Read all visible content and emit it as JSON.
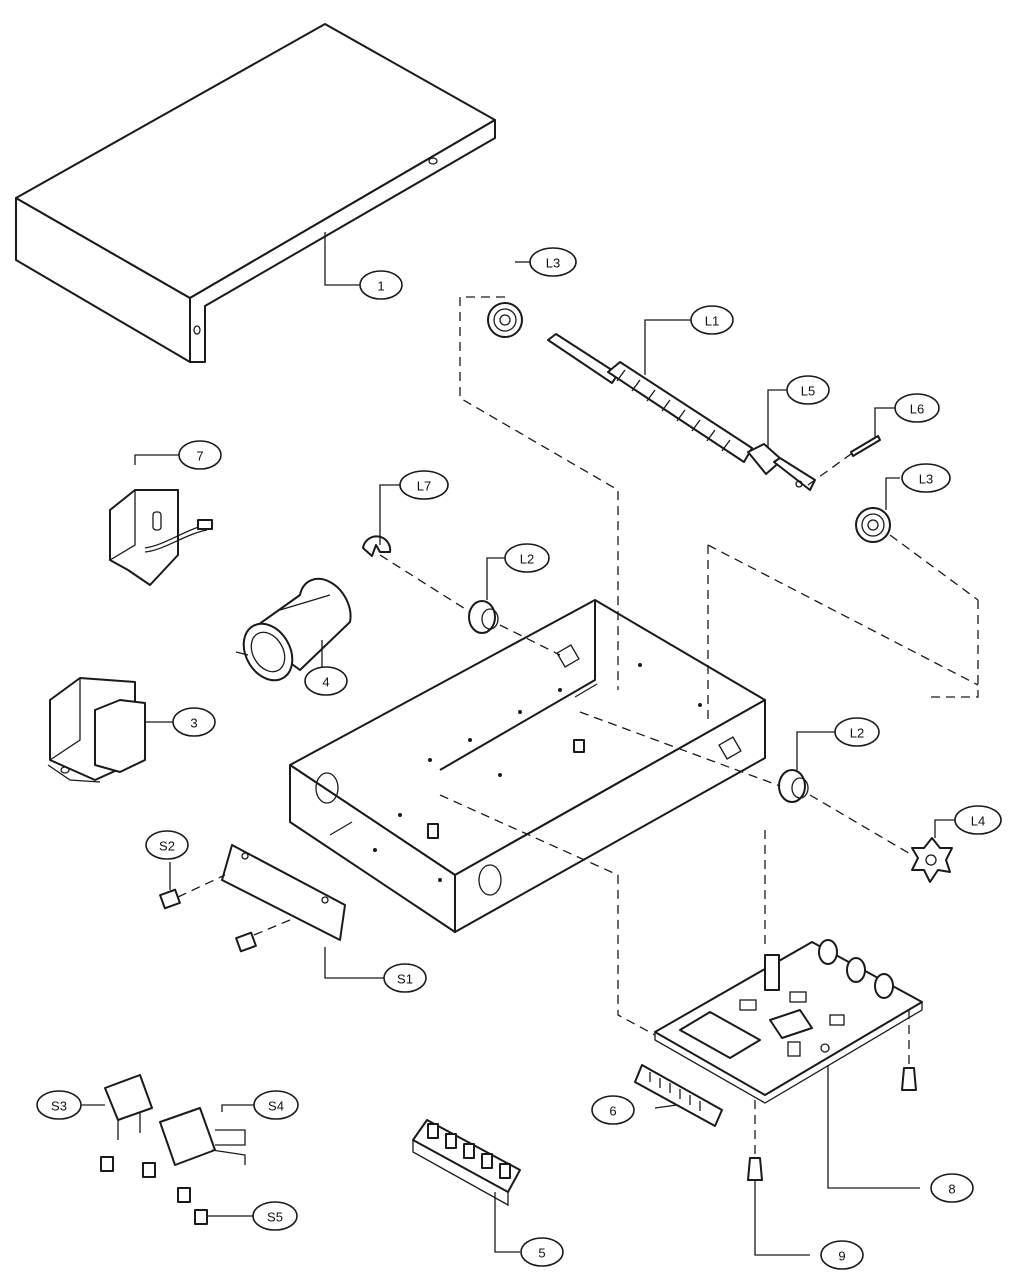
{
  "callouts": {
    "c1": "1",
    "c3": "3",
    "c4": "4",
    "c5": "5",
    "c6": "6",
    "c7": "7",
    "c8": "8",
    "c9": "9",
    "L1": "L1",
    "L2a": "L2",
    "L2b": "L2",
    "L3a": "L3",
    "L3b": "L3",
    "L4": "L4",
    "L5": "L5",
    "L6": "L6",
    "L7": "L7",
    "S1": "S1",
    "S2": "S2",
    "S3": "S3",
    "S4": "S4",
    "S5": "S5"
  }
}
